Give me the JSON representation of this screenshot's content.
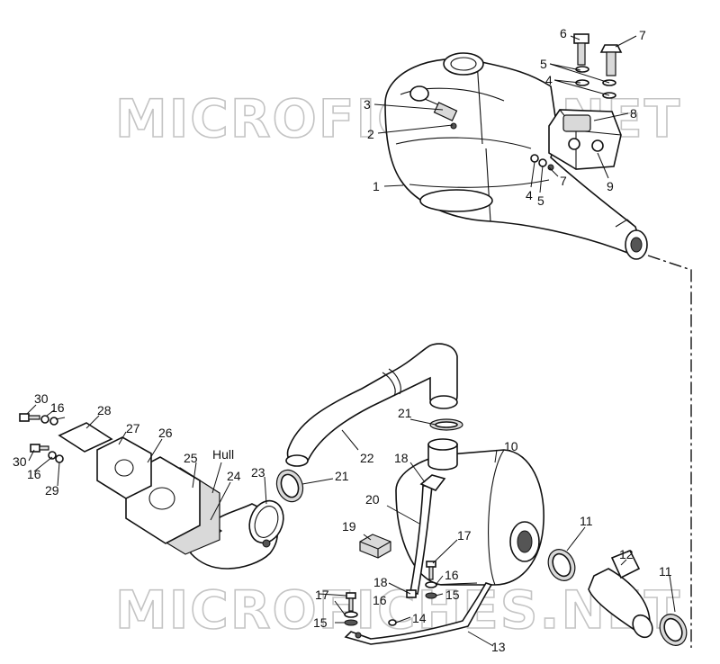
{
  "watermark": "MICROFICHES.NET",
  "hull_label": "Hull",
  "callouts": [
    "1",
    "2",
    "3",
    "4",
    "5",
    "6",
    "7",
    "8",
    "9",
    "10",
    "11",
    "12",
    "13",
    "14",
    "15",
    "16",
    "17",
    "18",
    "19",
    "20",
    "21",
    "22",
    "23",
    "24",
    "25",
    "26",
    "27",
    "28",
    "29",
    "30"
  ]
}
